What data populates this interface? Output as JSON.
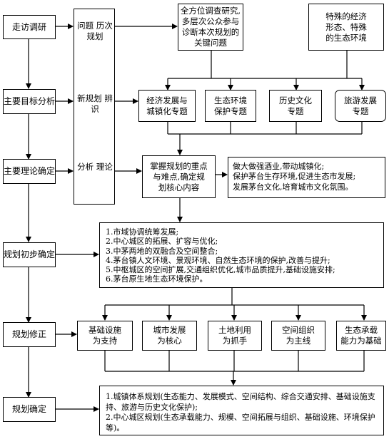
{
  "left_steps": [
    "走访调研",
    "主要目标分析",
    "主要理论确定",
    "规划初步确定",
    "规划修正",
    "规划确定"
  ],
  "side_column": {
    "label_1": [
      "问题",
      "历次规划"
    ],
    "label_2": [
      "新规划",
      "辨识"
    ],
    "label_3": [
      "分析",
      "理论"
    ]
  },
  "top_boxes": {
    "survey": [
      "全方位调查研究,",
      "多层次公众参与",
      "诊断本次规划的",
      "关键问题"
    ],
    "special": [
      "特殊的经济",
      "形态、特殊",
      "的生态环境"
    ]
  },
  "topics": [
    [
      "经济发展与",
      "城镇化专题"
    ],
    [
      "生态环境",
      "保护专题"
    ],
    [
      "历史文化",
      "专题"
    ],
    [
      "旅游发展",
      "专题"
    ]
  ],
  "core_box": [
    "掌握规划的重点",
    "与难点,确定规",
    "划核心内容"
  ],
  "side_goals": [
    "做大做强酒业,带动城镇化;",
    "保护茅台生存环境,促进生态市发展;",
    "发展茅台文化,培育城市文化氛围。"
  ],
  "preliminary_items": [
    "1.市域协调统筹发展;",
    "2.中心城区的拓展、扩容与优化;",
    "3.中茅两地的双融合及空间整合;",
    "4.茅台镇人文环境、景观环境、自然生态环境的保护,改善与提升;",
    "5.中枢城区的空间扩展,交通组织优化,城市品质提升,基础设施安排;",
    "6.茅台原生地生态环境保护。"
  ],
  "revision_boxes": [
    [
      "基础设施",
      "为支持"
    ],
    [
      "城市发展",
      "为核心"
    ],
    [
      "土地利用",
      "为抓手"
    ],
    [
      "空间组织",
      "为主线"
    ],
    [
      "生态承载",
      "能力为基础"
    ]
  ],
  "final_items": [
    "1.城镇体系规划(生态能力、发展模式、空间结构、综合交通安排、基础设施支持、旅游与历史文化保护);",
    "2.中心城区规划(生态承载能力、规模、空间拓展与组织、基础设施、环境保护等)。"
  ]
}
